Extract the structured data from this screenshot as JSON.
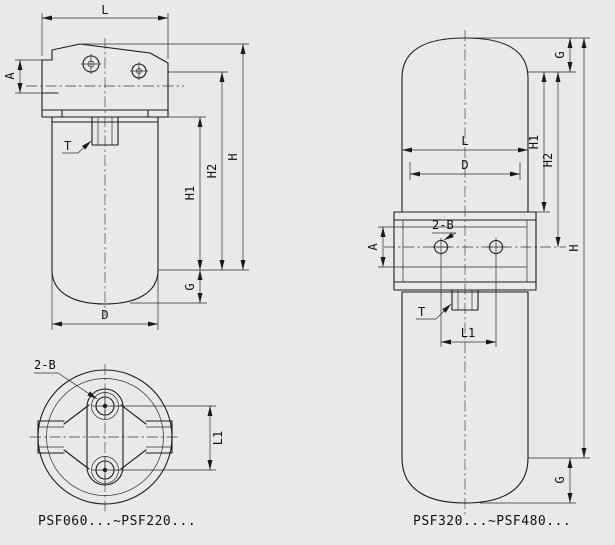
{
  "drawing": {
    "background": "#e9e9e9",
    "line_color": "#1b1b1b"
  },
  "left_view": {
    "caption": "PSF060...~PSF220...",
    "labels": {
      "L": "L",
      "A": "A",
      "T": "T",
      "H": "H",
      "H1": "H1",
      "H2": "H2",
      "G": "G",
      "D": "D",
      "bolts": "2-B",
      "L1": "L1"
    }
  },
  "right_view": {
    "caption": "PSF320...~PSF480...",
    "labels": {
      "G_top": "G",
      "H1": "H1",
      "H2": "H2",
      "H": "H",
      "L": "L",
      "D": "D",
      "bolts": "2-B",
      "A": "A",
      "T": "T",
      "L1": "L1",
      "G_bottom": "G"
    }
  }
}
